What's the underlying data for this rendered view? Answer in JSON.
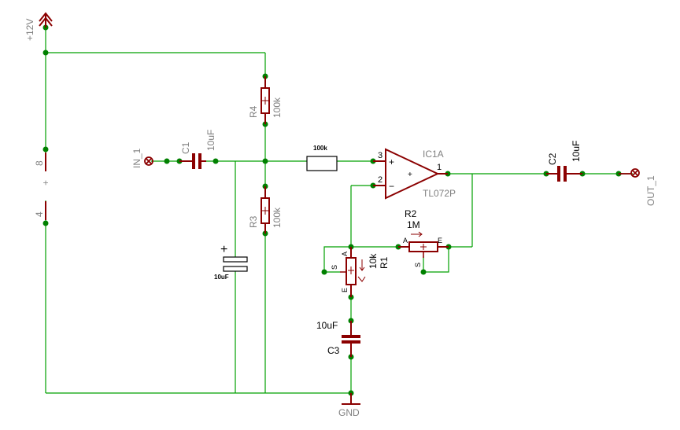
{
  "supply": {
    "label": "+12V"
  },
  "ground": {
    "label": "GND"
  },
  "input": {
    "label": "IN_1"
  },
  "output": {
    "label": "OUT_1"
  },
  "ic": {
    "name": "IC1A",
    "value": "TL072P",
    "pin_noninv": "3",
    "pin_inv": "2",
    "pin_out": "1",
    "plus": "+",
    "minus": "−",
    "center_plus": "+"
  },
  "power_pins": {
    "pin8": "8",
    "pin4": "4",
    "plus": "+"
  },
  "components": {
    "c1": {
      "name": "C1",
      "value": "10uF"
    },
    "c2": {
      "name": "C2",
      "value": "10uF"
    },
    "c3": {
      "name": "C3",
      "value": "10uF"
    },
    "c_bias": {
      "value": "10uF",
      "plus": "+"
    },
    "r_series": {
      "value": "100k"
    },
    "r1": {
      "name": "R1",
      "value": "10k",
      "pin_a": "A",
      "pin_e": "E",
      "pin_s": "S"
    },
    "r2": {
      "name": "R2",
      "value": "1M",
      "pin_a": "A",
      "pin_e": "E",
      "pin_s": "S"
    },
    "r3": {
      "name": "R3",
      "value": "100k"
    },
    "r4": {
      "name": "R4",
      "value": "100k"
    }
  },
  "colors": {
    "wire": "#00a000",
    "junction": "#008000",
    "part": "#8b0000",
    "label_grey": "#808080"
  }
}
